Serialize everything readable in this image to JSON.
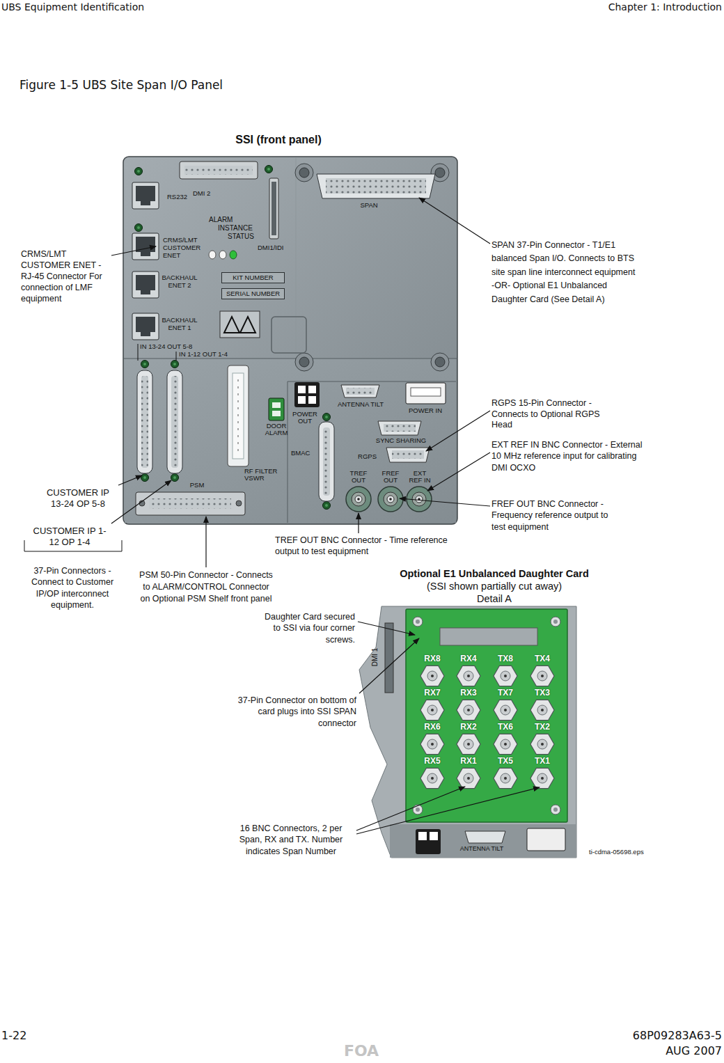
{
  "diagram": {
    "caption": "Figure 1-5 UBS Site Span I/O Panel",
    "nodes": [
      {
        "text": [
          "SSI (front panel)"
        ]
      },
      {
        "text": [
          "KIT NUMBER"
        ],
        "in": 0
      },
      {
        "text": [
          "SERIAL NUMBER"
        ],
        "in": 0
      },
      {
        "text": [
          "Optional E1 Unbalanced Daughter Card",
          "(SSI shown partially cut away)",
          "Detail A"
        ]
      }
    ],
    "labels": [
      "UBS Equipment Identification",
      "Chapter 1: Introduction",
      "RS232",
      "DMI 2",
      "SPAN",
      "ALARM",
      "INSTANCE",
      "STATUS",
      "DMI1/IDI",
      "CRMS/LMT CUSTOMER ENET",
      "BACKHAUL ENET 2",
      "BACKHAUL ENET 1",
      "IN 13-24 OUT 5-8",
      "IN 1-12 OUT 1-4",
      "DOOR ALARM",
      "POWER OUT",
      "ANTENNA TILT",
      "POWER IN",
      "SYNC SHARING",
      "RGPS",
      "BMAC",
      "RF FILTER VSWR",
      "TREF OUT",
      "FREF OUT",
      "EXT REF IN",
      "PSM",
      "CRMS/LMT CUSTOMER ENET - RJ-45 Connector For connection of LMF equipment",
      "SPAN 37-Pin Connector - T1/E1 balanced Span I/O. Connects to BTS site span line interconnect equipment -OR- Optional E1 Unbalanced Daughter Card (See Detail A)",
      "RGPS 15-Pin Connector - Connects to Optional RGPS Head",
      "EXT REF IN BNC Connector - External 10 MHz reference input for calibrating DMI OCXO",
      "FREF OUT BNC Connector - Frequency reference output to test equipment",
      "CUSTOMER IP 13-24 OP 5-8",
      "CUSTOMER IP 1-12 OP 1-4",
      "TREF OUT BNC Connector - Time reference output to test equipment",
      "37-Pin Connectors - Connect to Customer IP/OP interconnect equipment.",
      "PSM 50-Pin Connector - Connects to ALARM/CONTROL Connector on Optional PSM Shelf front panel",
      "Daughter Card secured to SSI via four corner screws.",
      "DMI 1",
      "RX8",
      "RX4",
      "TX8",
      "TX4",
      "RX7",
      "RX3",
      "TX7",
      "TX3",
      "RX6",
      "RX2",
      "TX6",
      "TX2",
      "RX5",
      "RX1",
      "TX5",
      "TX1",
      "37-Pin Connector on bottom of card plugs into SSI SPAN connector",
      "16 BNC Connectors, 2 per Span, RX and TX. Number indicates Span Number",
      "ANTENNA TILT",
      "ti-cdma-05698.eps",
      "1-22",
      "68P09283A63-5",
      "FOA",
      "AUG 2007"
    ]
  }
}
